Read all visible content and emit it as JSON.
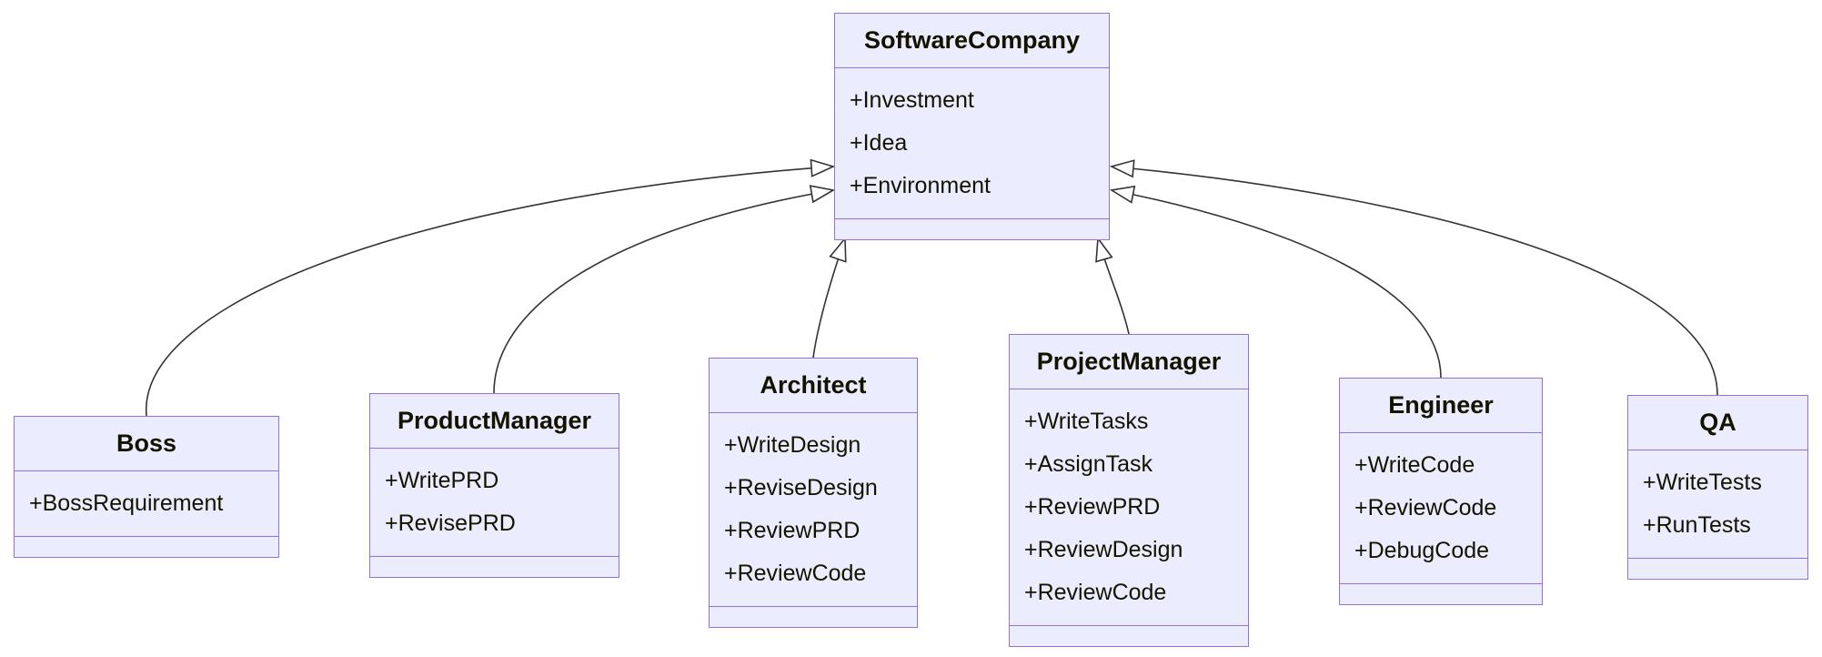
{
  "diagram": {
    "type": "uml-class-diagram",
    "colors": {
      "node_fill": "#ECECFF",
      "node_border": "#9370DB",
      "edge": "#333333",
      "text": "#131300"
    }
  },
  "classes": {
    "software_company": {
      "name": "SoftwareCompany",
      "attributes": [
        "+Investment",
        "+Idea",
        "+Environment"
      ]
    },
    "boss": {
      "name": "Boss",
      "attributes": [
        "+BossRequirement"
      ]
    },
    "product_manager": {
      "name": "ProductManager",
      "attributes": [
        "+WritePRD",
        "+RevisePRD"
      ]
    },
    "architect": {
      "name": "Architect",
      "attributes": [
        "+WriteDesign",
        "+ReviseDesign",
        "+ReviewPRD",
        "+ReviewCode"
      ]
    },
    "project_manager": {
      "name": "ProjectManager",
      "attributes": [
        "+WriteTasks",
        "+AssignTask",
        "+ReviewPRD",
        "+ReviewDesign",
        "+ReviewCode"
      ]
    },
    "engineer": {
      "name": "Engineer",
      "attributes": [
        "+WriteCode",
        "+ReviewCode",
        "+DebugCode"
      ]
    },
    "qa": {
      "name": "QA",
      "attributes": [
        "+WriteTests",
        "+RunTests"
      ]
    }
  },
  "relations": [
    {
      "from": "Boss",
      "to": "SoftwareCompany",
      "type": "inheritance"
    },
    {
      "from": "ProductManager",
      "to": "SoftwareCompany",
      "type": "inheritance"
    },
    {
      "from": "Architect",
      "to": "SoftwareCompany",
      "type": "inheritance"
    },
    {
      "from": "ProjectManager",
      "to": "SoftwareCompany",
      "type": "inheritance"
    },
    {
      "from": "Engineer",
      "to": "SoftwareCompany",
      "type": "inheritance"
    },
    {
      "from": "QA",
      "to": "SoftwareCompany",
      "type": "inheritance"
    }
  ]
}
